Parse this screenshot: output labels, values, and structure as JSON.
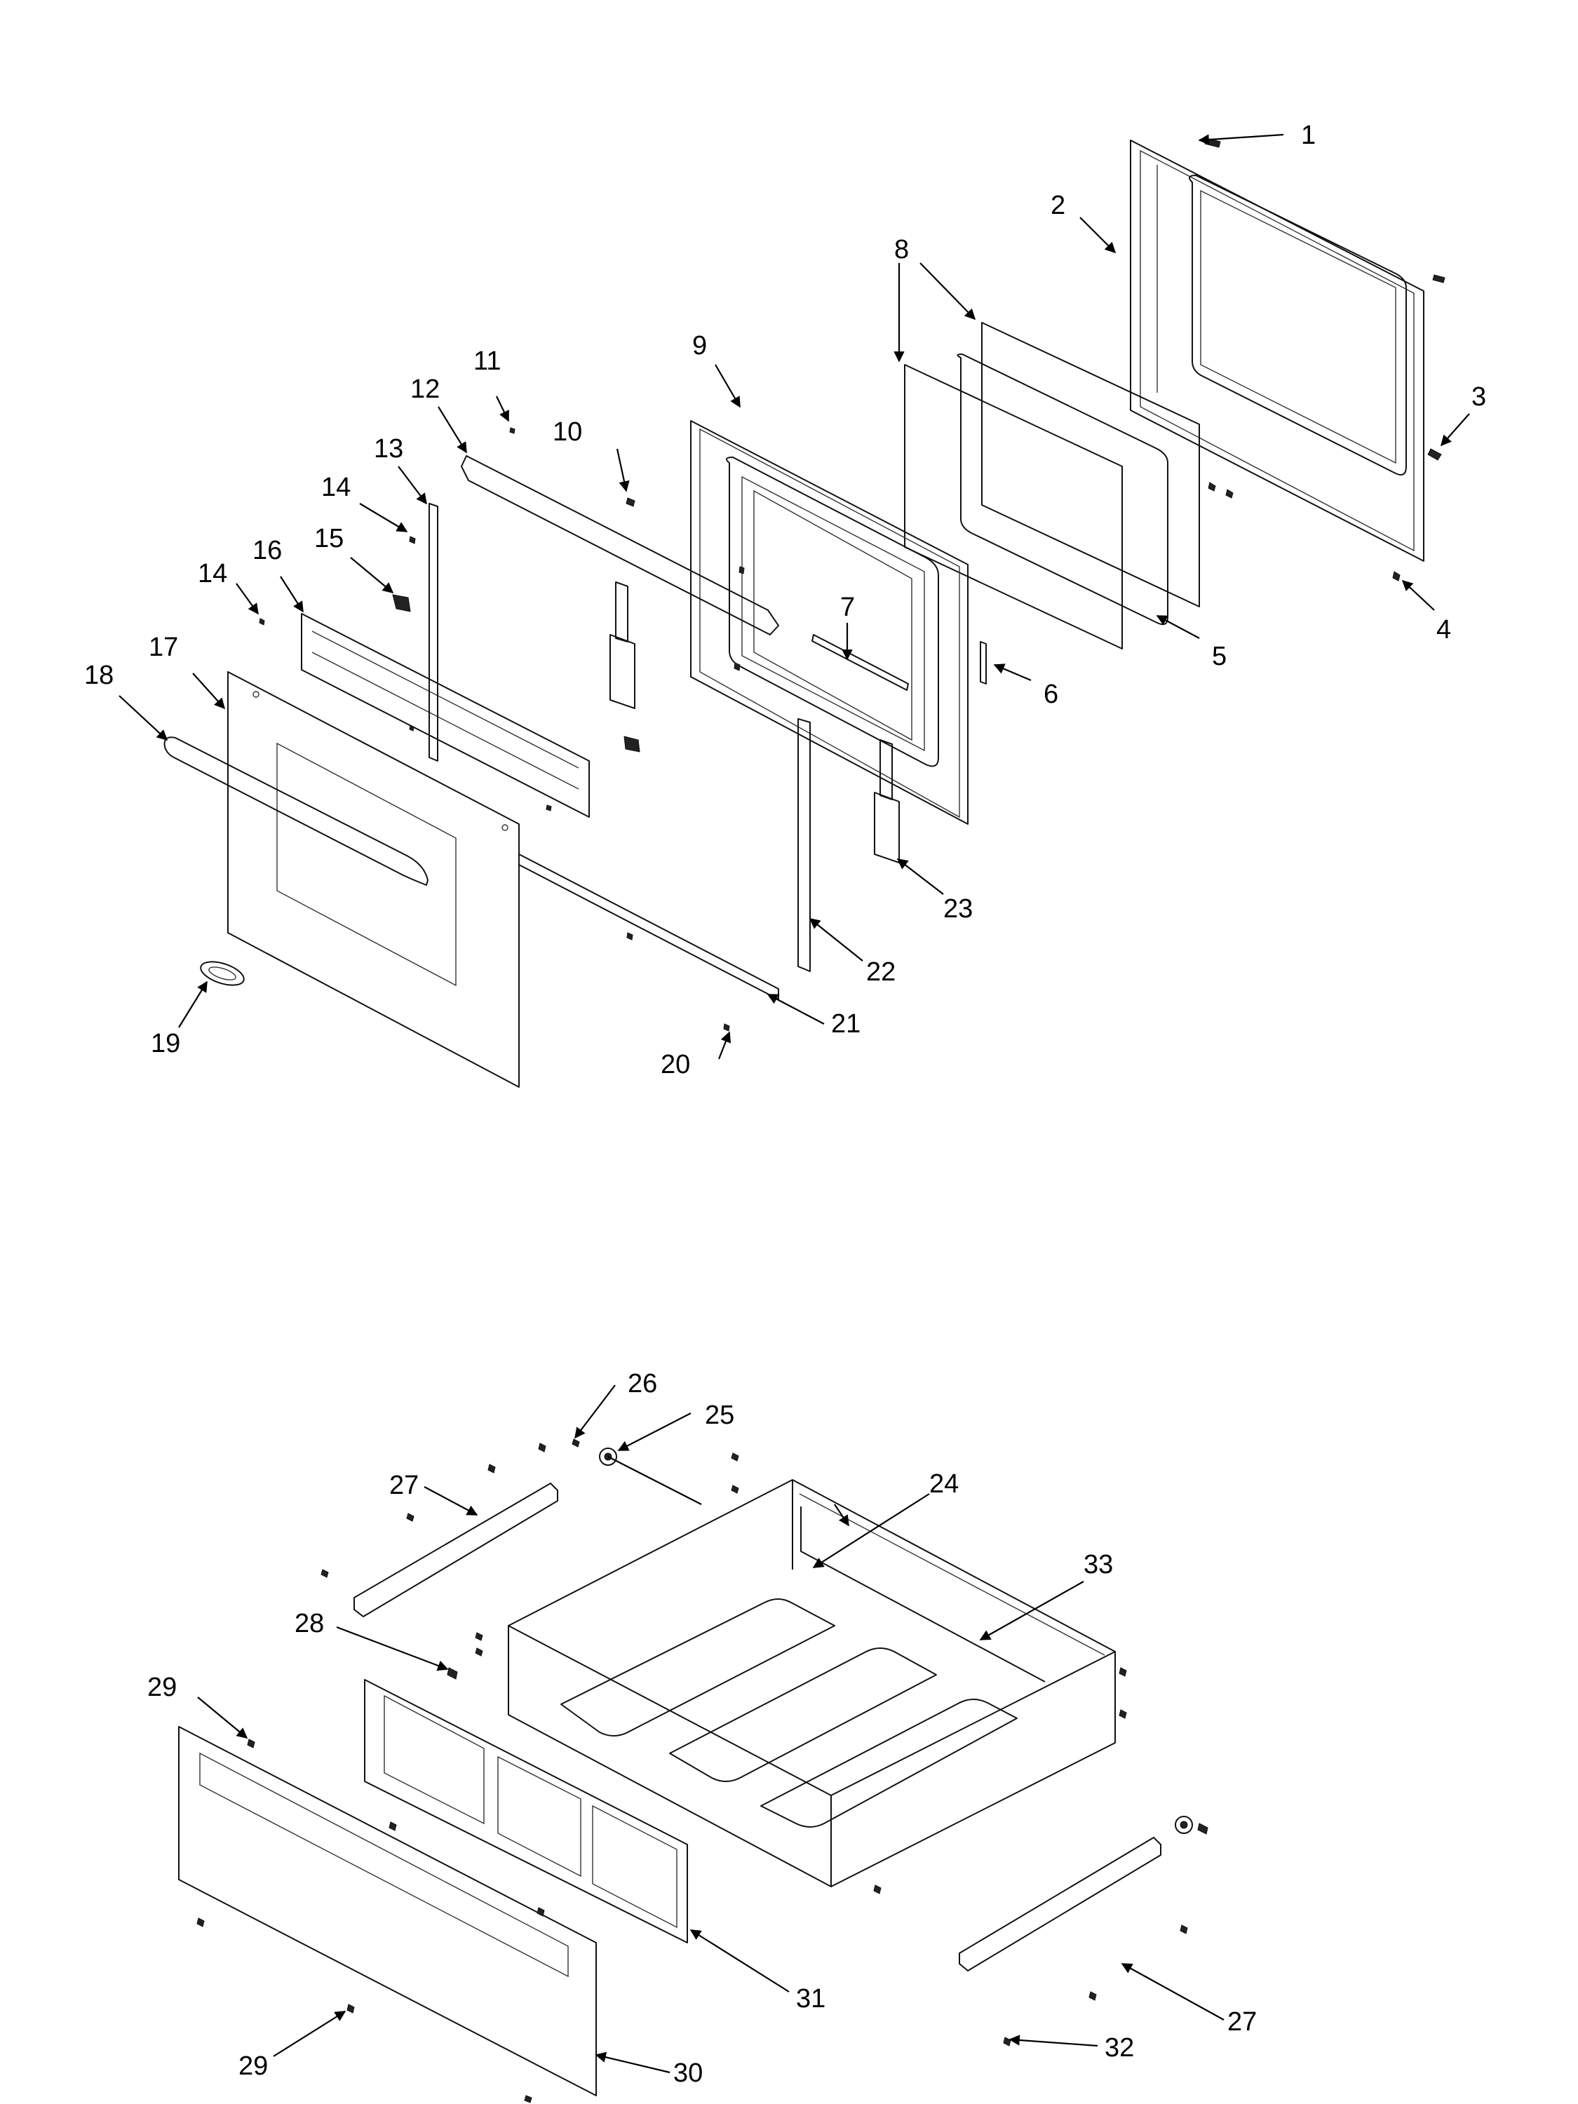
{
  "callouts": {
    "door": [
      "1",
      "2",
      "3",
      "4",
      "5",
      "6",
      "7",
      "8",
      "9",
      "10",
      "11",
      "12",
      "13",
      "14",
      "14",
      "15",
      "16",
      "17",
      "18",
      "19",
      "20",
      "21",
      "22",
      "23"
    ],
    "drawer": [
      "24",
      "25",
      "26",
      "27",
      "27",
      "28",
      "29",
      "29",
      "30",
      "31",
      "32",
      "33"
    ]
  }
}
